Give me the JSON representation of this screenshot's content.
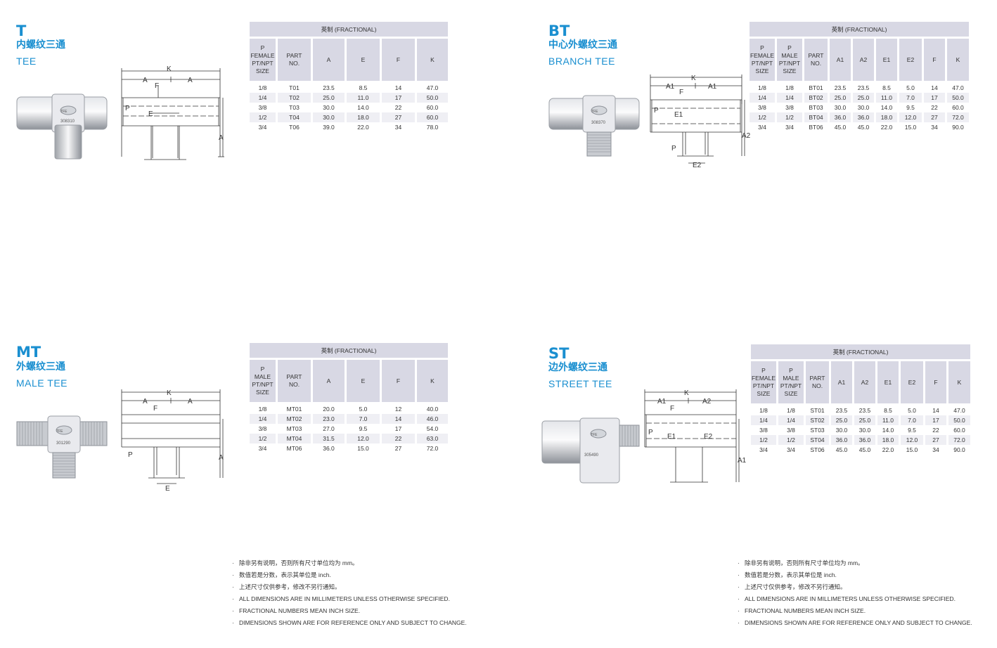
{
  "products": [
    {
      "code": "T",
      "name_cn": "内螺纹三通",
      "name_en": "TEE",
      "stamp": "308310",
      "table": {
        "caption": "英制 (FRACTIONAL)",
        "headers": [
          [
            "P",
            "FEMALE",
            "PT/NPT",
            "SIZE"
          ],
          [
            "PART",
            "NO."
          ],
          [
            "A"
          ],
          [
            "E"
          ],
          [
            "F"
          ],
          [
            "K"
          ]
        ],
        "rows": [
          [
            "1/8",
            "T01",
            "23.5",
            "8.5",
            "14",
            "47.0"
          ],
          [
            "1/4",
            "T02",
            "25.0",
            "11.0",
            "17",
            "50.0"
          ],
          [
            "3/8",
            "T03",
            "30.0",
            "14.0",
            "22",
            "60.0"
          ],
          [
            "1/2",
            "T04",
            "30.0",
            "18.0",
            "27",
            "60.0"
          ],
          [
            "3/4",
            "T06",
            "39.0",
            "22.0",
            "34",
            "78.0"
          ]
        ]
      }
    },
    {
      "code": "BT",
      "name_cn": "中心外螺纹三通",
      "name_en": "BRANCH TEE",
      "stamp": "308370",
      "table": {
        "caption": "英制 (FRACTIONAL)",
        "headers": [
          [
            "P",
            "FEMALE",
            "PT/NPT",
            "SIZE"
          ],
          [
            "P",
            "MALE",
            "PT/NPT",
            "SIZE"
          ],
          [
            "PART",
            "NO."
          ],
          [
            "A1"
          ],
          [
            "A2"
          ],
          [
            "E1"
          ],
          [
            "E2"
          ],
          [
            "F"
          ],
          [
            "K"
          ]
        ],
        "rows": [
          [
            "1/8",
            "1/8",
            "BT01",
            "23.5",
            "23.5",
            "8.5",
            "5.0",
            "14",
            "47.0"
          ],
          [
            "1/4",
            "1/4",
            "BT02",
            "25.0",
            "25.0",
            "11.0",
            "7.0",
            "17",
            "50.0"
          ],
          [
            "3/8",
            "3/8",
            "BT03",
            "30.0",
            "30.0",
            "14.0",
            "9.5",
            "22",
            "60.0"
          ],
          [
            "1/2",
            "1/2",
            "BT04",
            "36.0",
            "36.0",
            "18.0",
            "12.0",
            "27",
            "72.0"
          ],
          [
            "3/4",
            "3/4",
            "BT06",
            "45.0",
            "45.0",
            "22.0",
            "15.0",
            "34",
            "90.0"
          ]
        ]
      }
    },
    {
      "code": "MT",
      "name_cn": "外螺纹三通",
      "name_en": "MALE TEE",
      "stamp": "301290",
      "table": {
        "caption": "英制 (FRACTIONAL)",
        "headers": [
          [
            "P",
            "MALE",
            "PT/NPT",
            "SIZE"
          ],
          [
            "PART",
            "NO."
          ],
          [
            "A"
          ],
          [
            "E"
          ],
          [
            "F"
          ],
          [
            "K"
          ]
        ],
        "rows": [
          [
            "1/8",
            "MT01",
            "20.0",
            "5.0",
            "12",
            "40.0"
          ],
          [
            "1/4",
            "MT02",
            "23.0",
            "7.0",
            "14",
            "46.0"
          ],
          [
            "3/8",
            "MT03",
            "27.0",
            "9.5",
            "17",
            "54.0"
          ],
          [
            "1/2",
            "MT04",
            "31.5",
            "12.0",
            "22",
            "63.0"
          ],
          [
            "3/4",
            "MT06",
            "36.0",
            "15.0",
            "27",
            "72.0"
          ]
        ]
      }
    },
    {
      "code": "ST",
      "name_cn": "边外螺纹三通",
      "name_en": "STREET TEE",
      "stamp": "305490",
      "table": {
        "caption": "英制 (FRACTIONAL)",
        "headers": [
          [
            "P",
            "FEMALE",
            "PT/NPT",
            "SIZE"
          ],
          [
            "P",
            "MALE",
            "PT/NPT",
            "SIZE"
          ],
          [
            "PART",
            "NO."
          ],
          [
            "A1"
          ],
          [
            "A2"
          ],
          [
            "E1"
          ],
          [
            "E2"
          ],
          [
            "F"
          ],
          [
            "K"
          ]
        ],
        "rows": [
          [
            "1/8",
            "1/8",
            "ST01",
            "23.5",
            "23.5",
            "8.5",
            "5.0",
            "14",
            "47.0"
          ],
          [
            "1/4",
            "1/4",
            "ST02",
            "25.0",
            "25.0",
            "11.0",
            "7.0",
            "17",
            "50.0"
          ],
          [
            "3/8",
            "3/8",
            "ST03",
            "30.0",
            "30.0",
            "14.0",
            "9.5",
            "22",
            "60.0"
          ],
          [
            "1/2",
            "1/2",
            "ST04",
            "36.0",
            "36.0",
            "18.0",
            "12.0",
            "27",
            "72.0"
          ],
          [
            "3/4",
            "3/4",
            "ST06",
            "45.0",
            "45.0",
            "22.0",
            "15.0",
            "34",
            "90.0"
          ]
        ]
      }
    }
  ],
  "notes": [
    "除非另有说明，否则所有尺寸单位均为 mm。",
    "数值若是分数，表示其单位是 inch.",
    "上述尺寸仅供参考，修改不另行通知。",
    "ALL DIMENSIONS ARE IN MILLIMETERS UNLESS OTHERWISE SPECIFIED.",
    "FRACTIONAL NUMBERS MEAN INCH SIZE.",
    "DIMENSIONS SHOWN ARE FOR REFERENCE ONLY AND SUBJECT TO CHANGE."
  ],
  "drawing_labels": {
    "K": "K",
    "A": "A",
    "A1": "A1",
    "A2": "A2",
    "E": "E",
    "E1": "E1",
    "E2": "E2",
    "F": "F",
    "P": "P"
  },
  "colors": {
    "accent": "#1a8fd0",
    "table_header": "#d8d8e4",
    "row_alt": "#efeff4"
  }
}
